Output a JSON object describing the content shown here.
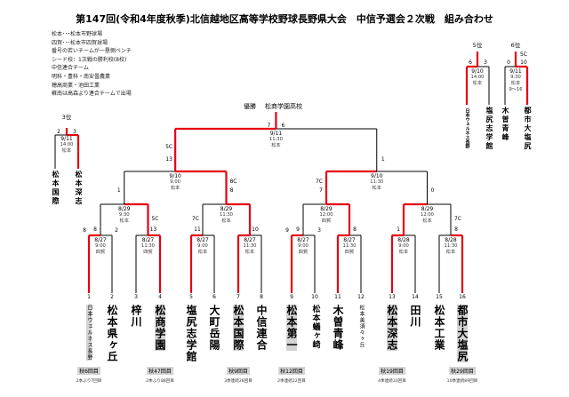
{
  "title": "第147回(令和4年度秋季)北信越地区高等学校野球長野県大会　中信予選会２次戦　組み合わせ",
  "notes": [
    "松本･･･松本市野球場",
    "四賀･･･松本市四賀球場",
    "番号の若いチームが一塁側ベンチ",
    "シード校：1次戦の勝利校(8校)",
    "中信連合チーム",
    "明科・豊科・南安曇農業",
    "穂高商業・池田工業",
    "蘇南は高森より連合チームで出場"
  ],
  "winner": {
    "label": "優勝",
    "name": "松商学園高校"
  },
  "teams": [
    {
      "num": "1",
      "name": "日本ウェルネス長野",
      "size": "sm",
      "chip": "秋6回目",
      "record": "2季ぶり7回目",
      "highlight": true
    },
    {
      "num": "2",
      "name": "松本県ヶ丘",
      "size": "lg",
      "chip": "",
      "record": "",
      "highlight": false
    },
    {
      "num": "3",
      "name": "梓川",
      "size": "lg",
      "chip": "",
      "record": "",
      "highlight": false
    },
    {
      "num": "4",
      "name": "松商学園",
      "size": "lg",
      "chip": "秋47回目",
      "record": "2季ぶり88回目",
      "highlight": true
    },
    {
      "num": "5",
      "name": "塩尻志学館",
      "size": "lg",
      "chip": "",
      "record": "",
      "highlight": false
    },
    {
      "num": "6",
      "name": "大町岳陽",
      "size": "lg",
      "chip": "",
      "record": "",
      "highlight": false
    },
    {
      "num": "7",
      "name": "松本国際",
      "size": "lg",
      "chip": "秋9回目",
      "record": "3季連続28回目",
      "highlight": true
    },
    {
      "num": "8",
      "name": "中信連合",
      "size": "lg",
      "chip": "",
      "record": "",
      "highlight": false
    },
    {
      "num": "9",
      "name": "松本第一",
      "size": "lg",
      "chip": "秋12回目",
      "record": "2季連続22回目",
      "highlight": true
    },
    {
      "num": "10",
      "name": "松本蟻ヶ崎",
      "size": "md",
      "chip": "",
      "record": "",
      "highlight": false
    },
    {
      "num": "11",
      "name": "木曽青峰",
      "size": "lg",
      "chip": "",
      "record": "",
      "highlight": false
    },
    {
      "num": "12",
      "name": "松本美須々ヶ丘",
      "size": "sm",
      "chip": "",
      "record": "",
      "highlight": false
    },
    {
      "num": "13",
      "name": "松本深志",
      "size": "lg",
      "chip": "秋19回目",
      "record": "4季連続33回目",
      "highlight": true
    },
    {
      "num": "14",
      "name": "田川",
      "size": "lg",
      "chip": "",
      "record": "",
      "highlight": false
    },
    {
      "num": "15",
      "name": "松本工業",
      "size": "lg",
      "chip": "",
      "record": "",
      "highlight": false
    },
    {
      "num": "16",
      "name": "都市大塩尻",
      "size": "lg",
      "chip": "秋29回目",
      "record": "10季連続89回目",
      "highlight": true
    }
  ],
  "round1": [
    {
      "pair": "1-2",
      "date": "8/27",
      "time": "9:00",
      "venue": "四賀",
      "score": [
        "8",
        "2"
      ],
      "winner": "left"
    },
    {
      "pair": "3-4",
      "date": "8/27",
      "time": "11:30",
      "venue": "四賀",
      "score": [
        "",
        ""
      ],
      "winner": "right"
    },
    {
      "pair": "5-6",
      "date": "8/27",
      "time": "9:00",
      "venue": "松本",
      "score": [
        "",
        ""
      ],
      "winner": "left"
    },
    {
      "pair": "7-8",
      "date": "8/27",
      "time": "11:30",
      "venue": "松本",
      "score": [
        "",
        ""
      ],
      "winner": "left"
    },
    {
      "pair": "9-10",
      "date": "8/27",
      "time": "9:00",
      "venue": "四賀",
      "score": [
        "9",
        "3"
      ],
      "winner": "left"
    },
    {
      "pair": "11-12",
      "date": "8/27",
      "time": "11:30",
      "venue": "四賀",
      "score": [
        "",
        ""
      ],
      "winner": "left"
    },
    {
      "pair": "13-14",
      "date": "8/28",
      "time": "9:00",
      "venue": "松本",
      "score": [
        "",
        ""
      ],
      "winner": "left"
    },
    {
      "pair": "15-16",
      "date": "8/28",
      "time": "11:30",
      "venue": "松本",
      "score": [
        "",
        ""
      ],
      "winner": "right"
    }
  ],
  "round2": [
    {
      "date": "8/29",
      "time": "9:30",
      "venue": "松本",
      "score": [
        "8",
        "13"
      ],
      "mark": [
        "",
        "5C"
      ],
      "winner": "right"
    },
    {
      "date": "8/29",
      "time": "11:30",
      "venue": "松本",
      "score": [
        "11",
        "10"
      ],
      "mark": [
        "7C",
        ""
      ],
      "winner": "right"
    },
    {
      "date": "8/29",
      "time": "12:00",
      "venue": "四賀",
      "score": [
        "9",
        "8"
      ],
      "mark": [
        "",
        ""
      ],
      "winner": "right"
    },
    {
      "date": "8/29",
      "time": "12:00",
      "venue": "松本",
      "score": [
        "1",
        "8"
      ],
      "mark": [
        "",
        "7C"
      ],
      "winner": "left"
    }
  ],
  "round3": [
    {
      "date": "9/10",
      "time": "9:00",
      "venue": "松本",
      "score": [
        "1",
        "8"
      ],
      "mark": [
        "",
        "8C"
      ],
      "winner": "right"
    },
    {
      "date": "9/10",
      "time": "11:30",
      "venue": "松本",
      "score": [
        "7",
        "0"
      ],
      "mark": [
        "7C",
        ""
      ],
      "winner": "left"
    }
  ],
  "final": {
    "date": "9/11",
    "time": "11:30",
    "venue": "松本",
    "score": [
      "13",
      "1"
    ],
    "mark": [
      "5C",
      ""
    ],
    "top": [
      "7",
      "6"
    ],
    "winner": "left"
  },
  "third": {
    "label": "3位",
    "date": "9/11",
    "time": "14:00",
    "venue": "松本",
    "score": [
      "2",
      "3"
    ],
    "teams": [
      "松本国際",
      "松本深志"
    ]
  },
  "fifth": {
    "label": "5位",
    "date": "9/10",
    "time": "14:00",
    "venue": "松本",
    "score": [
      "6",
      "3"
    ],
    "teams": [
      "日本ウェルネス長野",
      "塩尻志学館"
    ]
  },
  "sixth": {
    "label": "6位",
    "date": "9/11",
    "time": "9:30",
    "venue": "松本",
    "extra": "9～16",
    "score": [
      "0",
      "10"
    ],
    "mark": "5C",
    "teams": [
      "木曽青峰",
      "都市大塩尻"
    ]
  },
  "colors": {
    "win": "#e60012",
    "line": "#000000",
    "highlight": "#d3d3d3"
  }
}
